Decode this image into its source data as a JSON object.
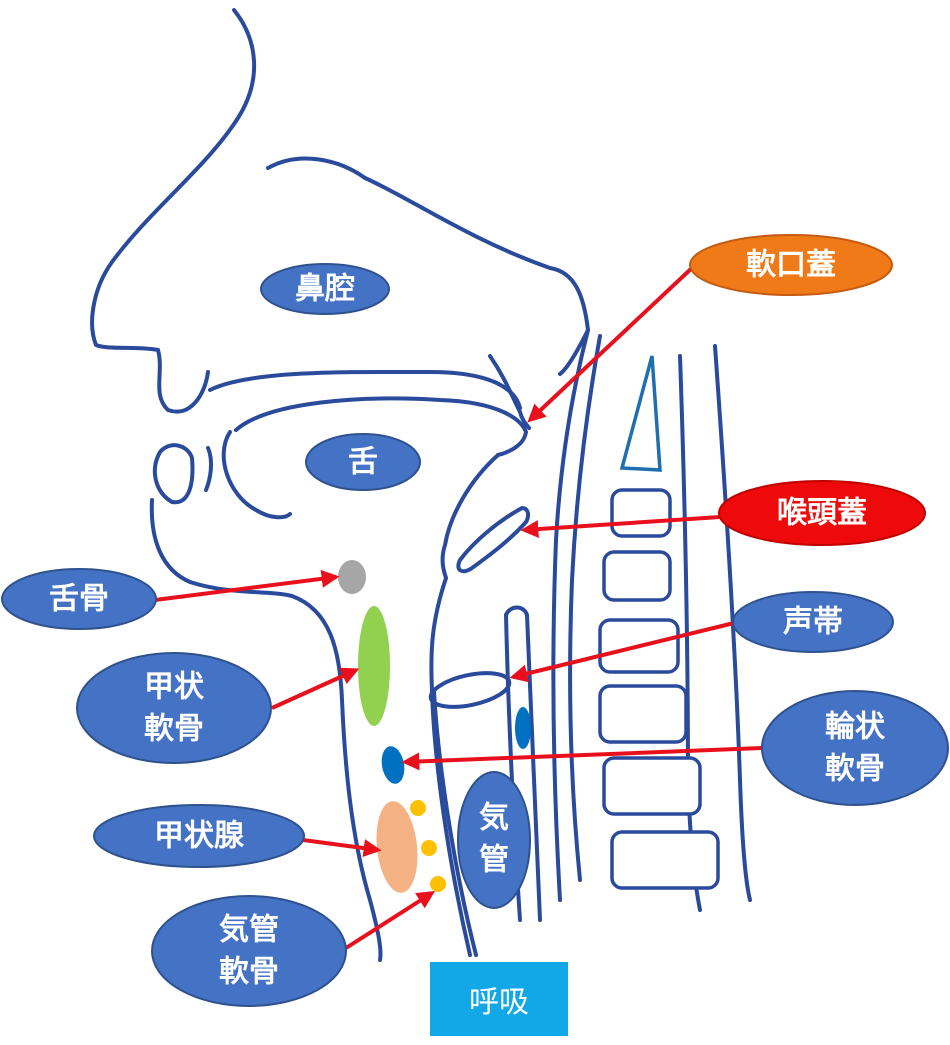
{
  "colors": {
    "outline": "#2a4a9b",
    "label_fill": "#4472c4",
    "label_stroke": "#2f528f",
    "arrow": "#e8101c",
    "highlight_orange": "#f07a18",
    "highlight_red": "#ee0a0a",
    "caption_bg": "#12a7e6",
    "hyoid": "#a6a6a6",
    "thyroid_cartilage": "#92d050",
    "cricoid": "#0070c0",
    "thyroid_gland": "#f4b183",
    "tracheal_cartilage": "#ffc000"
  },
  "labels": {
    "nasal_cavity": "鼻腔",
    "tongue": "舌",
    "soft_palate": "軟口蓋",
    "epiglottis": "喉頭蓋",
    "hyoid": "舌骨",
    "vocal_cords": "声帯",
    "thyroid_cartilage_l1": "甲状",
    "thyroid_cartilage_l2": "軟骨",
    "cricoid_l1": "輪状",
    "cricoid_l2": "軟骨",
    "thyroid_gland": "甲状腺",
    "trachea_l1": "気",
    "trachea_l2": "管",
    "tracheal_cartilage_l1": "気管",
    "tracheal_cartilage_l2": "軟骨"
  },
  "caption": "呼吸"
}
